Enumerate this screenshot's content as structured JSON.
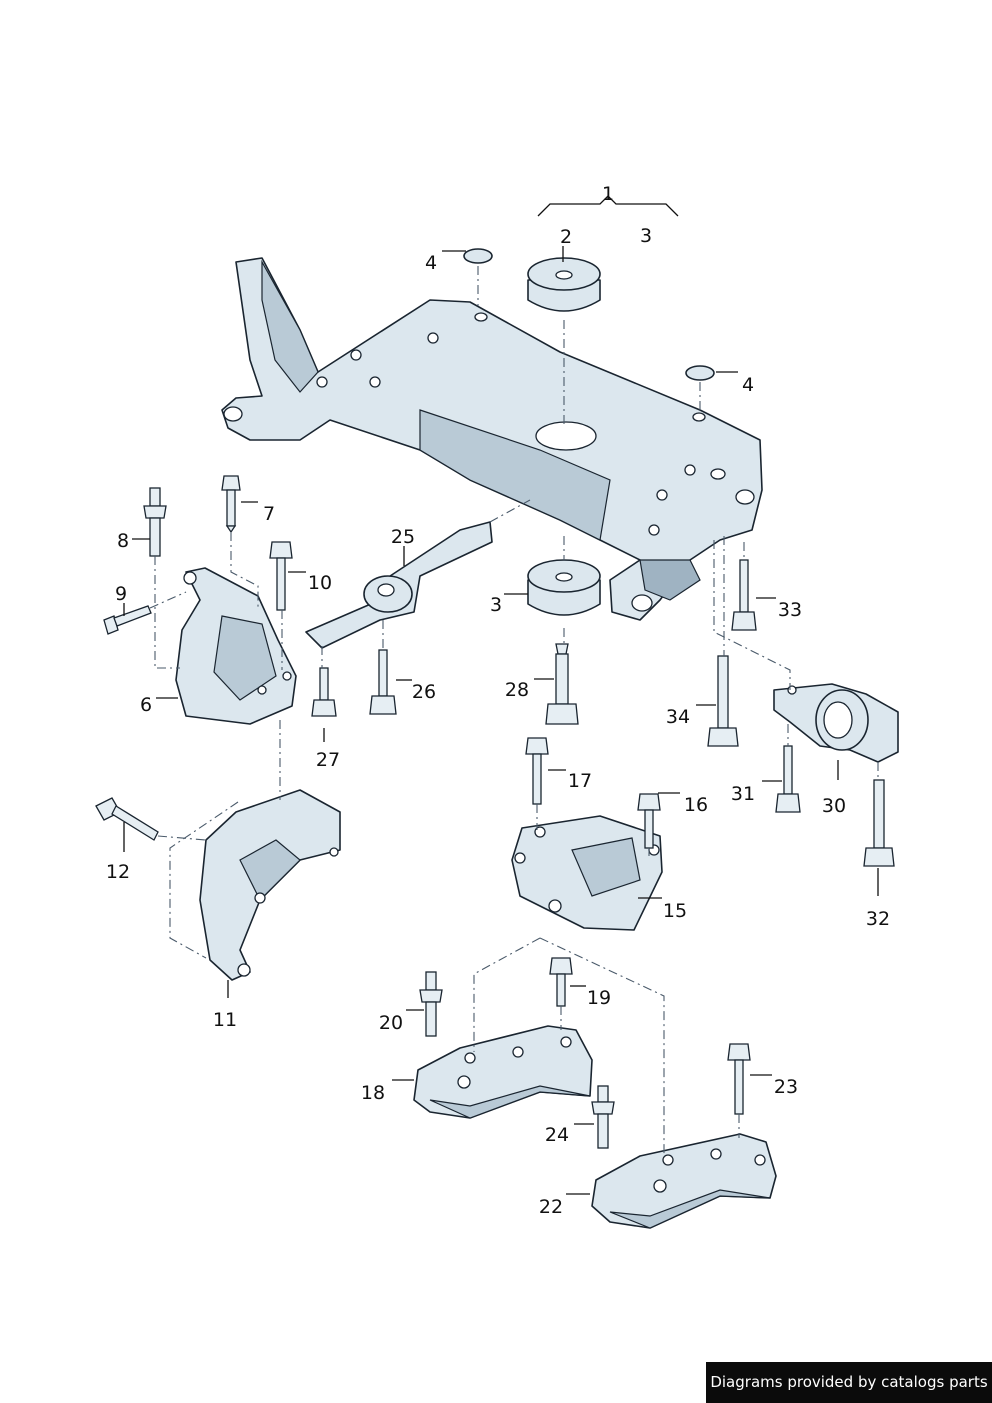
{
  "callouts": [
    {
      "key": "c1",
      "text": "1"
    },
    {
      "key": "c2",
      "text": "2"
    },
    {
      "key": "c3a",
      "text": "3"
    },
    {
      "key": "c3b",
      "text": "3"
    },
    {
      "key": "c4a",
      "text": "4"
    },
    {
      "key": "c4b",
      "text": "4"
    },
    {
      "key": "c6",
      "text": "6"
    },
    {
      "key": "c7",
      "text": "7"
    },
    {
      "key": "c8",
      "text": "8"
    },
    {
      "key": "c9",
      "text": "9"
    },
    {
      "key": "c10",
      "text": "10"
    },
    {
      "key": "c11",
      "text": "11"
    },
    {
      "key": "c12",
      "text": "12"
    },
    {
      "key": "c15",
      "text": "15"
    },
    {
      "key": "c16",
      "text": "16"
    },
    {
      "key": "c17",
      "text": "17"
    },
    {
      "key": "c18",
      "text": "18"
    },
    {
      "key": "c19",
      "text": "19"
    },
    {
      "key": "c20",
      "text": "20"
    },
    {
      "key": "c22",
      "text": "22"
    },
    {
      "key": "c23",
      "text": "23"
    },
    {
      "key": "c24",
      "text": "24"
    },
    {
      "key": "c25",
      "text": "25"
    },
    {
      "key": "c26",
      "text": "26"
    },
    {
      "key": "c27",
      "text": "27"
    },
    {
      "key": "c28",
      "text": "28"
    },
    {
      "key": "c30",
      "text": "30"
    },
    {
      "key": "c31",
      "text": "31"
    },
    {
      "key": "c32",
      "text": "32"
    },
    {
      "key": "c33",
      "text": "33"
    },
    {
      "key": "c34",
      "text": "34"
    }
  ],
  "credit": "Diagrams provided by catalogs parts"
}
